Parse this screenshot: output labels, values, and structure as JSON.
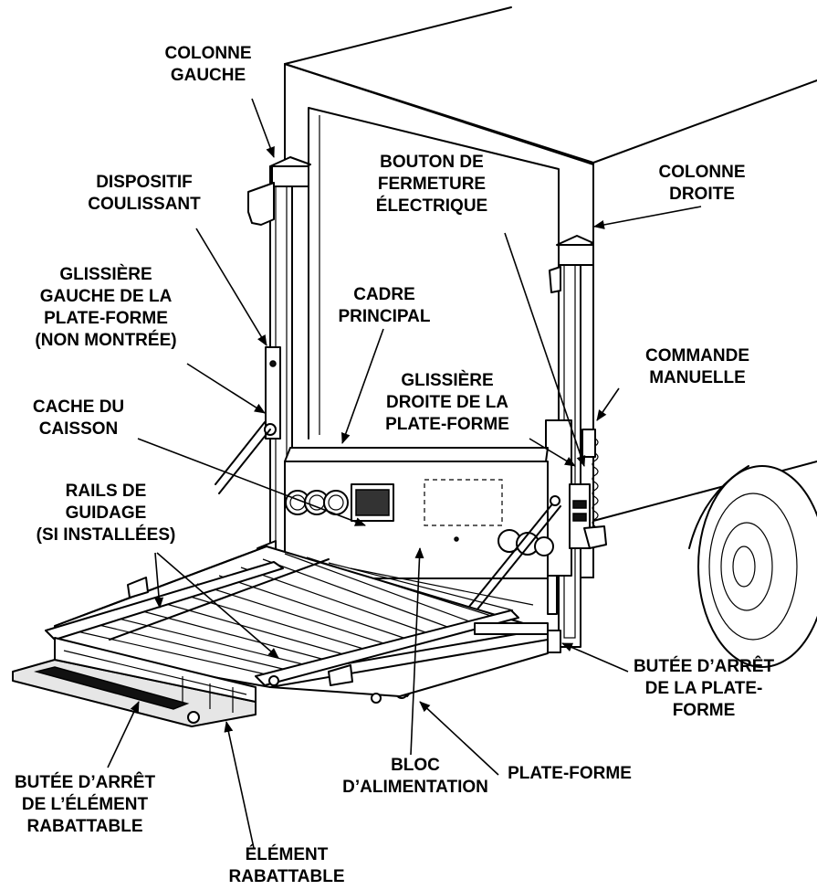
{
  "labels": {
    "colonne_gauche": [
      "COLONNE",
      "GAUCHE"
    ],
    "dispositif_coulissant": [
      "DISPOSITIF",
      "COULISSANT"
    ],
    "glissiere_gauche": [
      "GLISSIÈRE",
      "GAUCHE DE LA",
      "PLATE-FORME",
      "(NON MONTRÉE)"
    ],
    "cache_caisson": [
      "CACHE DU",
      "CAISSON"
    ],
    "rails_guidage": [
      "RAILS DE",
      "GUIDAGE",
      "(SI INSTALLÉES)"
    ],
    "bouton_fermeture": [
      "BOUTON DE",
      "FERMETURE",
      "ÉLECTRIQUE"
    ],
    "colonne_droite": [
      "COLONNE",
      "DROITE"
    ],
    "cadre_principal": [
      "CADRE",
      "PRINCIPAL"
    ],
    "commande_manuelle": [
      "COMMANDE",
      "MANUELLE"
    ],
    "glissiere_droite": [
      "GLISSIÈRE",
      "DROITE DE LA",
      "PLATE-FORME"
    ],
    "butee_plateforme": [
      "BUTÉE D’ARRÊT",
      "DE LA PLATE-",
      "FORME"
    ],
    "plate_forme": [
      "PLATE-FORME"
    ],
    "bloc_alimentation": [
      "BLOC",
      "D’ALIMENTATION"
    ],
    "butee_element": [
      "BUTÉE D’ARRÊT",
      "DE L’ÉLÉMENT",
      "RABATTABLE"
    ],
    "element_rabattable": [
      "ÉLÉMENT",
      "RABATTABLE"
    ]
  }
}
